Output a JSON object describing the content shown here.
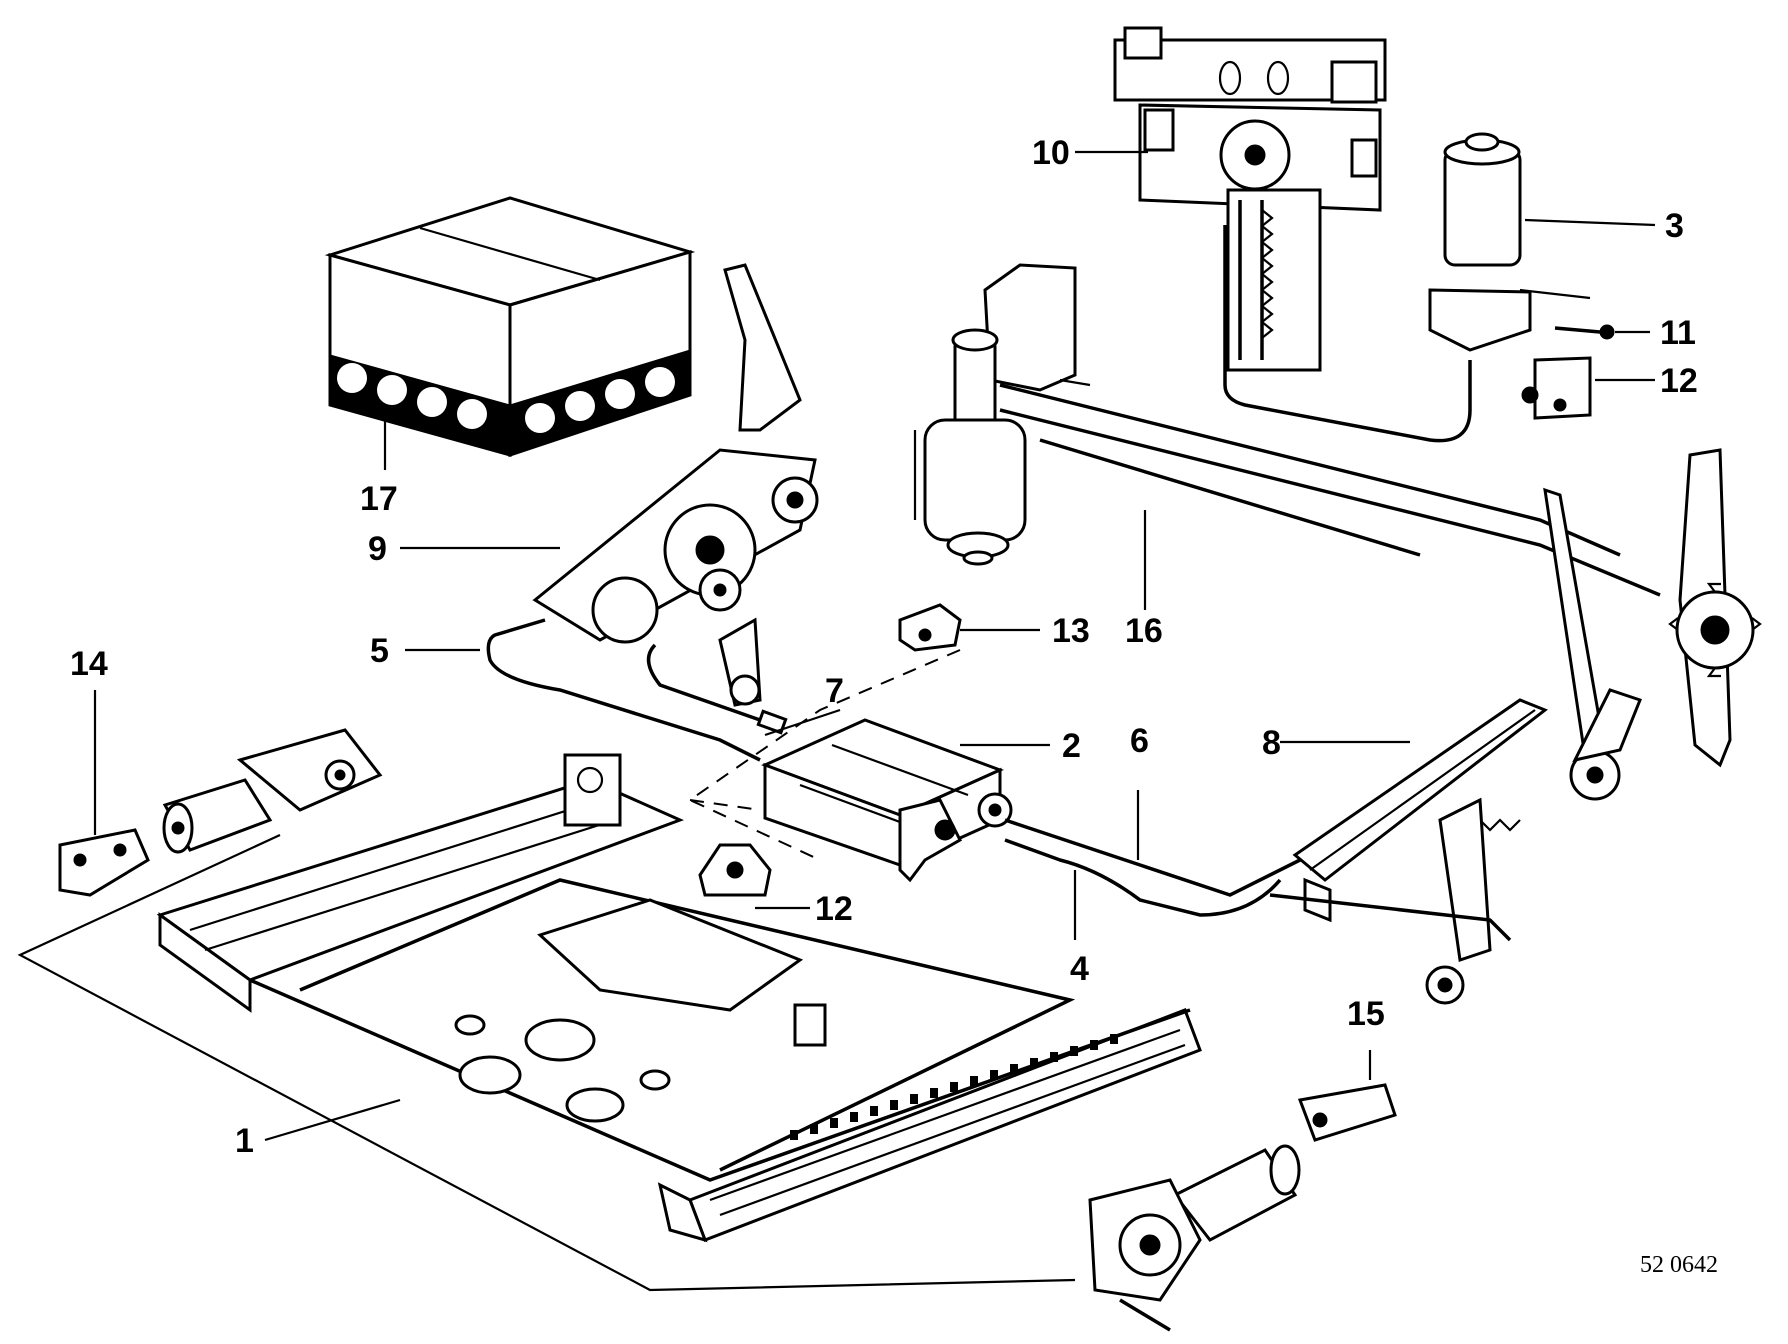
{
  "diagram": {
    "reference_number": "52 0642",
    "callouts": [
      "1",
      "2",
      "3",
      "4",
      "5",
      "6",
      "7",
      "8",
      "9",
      "10",
      "11",
      "12",
      "12",
      "13",
      "14",
      "15",
      "16",
      "17"
    ]
  }
}
